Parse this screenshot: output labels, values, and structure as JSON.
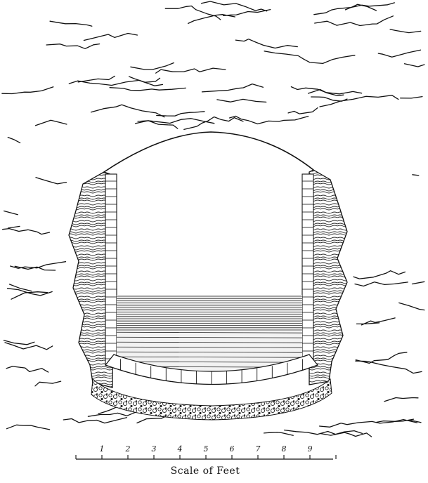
{
  "figure": {
    "scale": {
      "tick_labels": [
        "1",
        "2",
        "3",
        "4",
        "5",
        "6",
        "7",
        "8",
        "9"
      ],
      "caption": "Scale of Feet"
    }
  }
}
